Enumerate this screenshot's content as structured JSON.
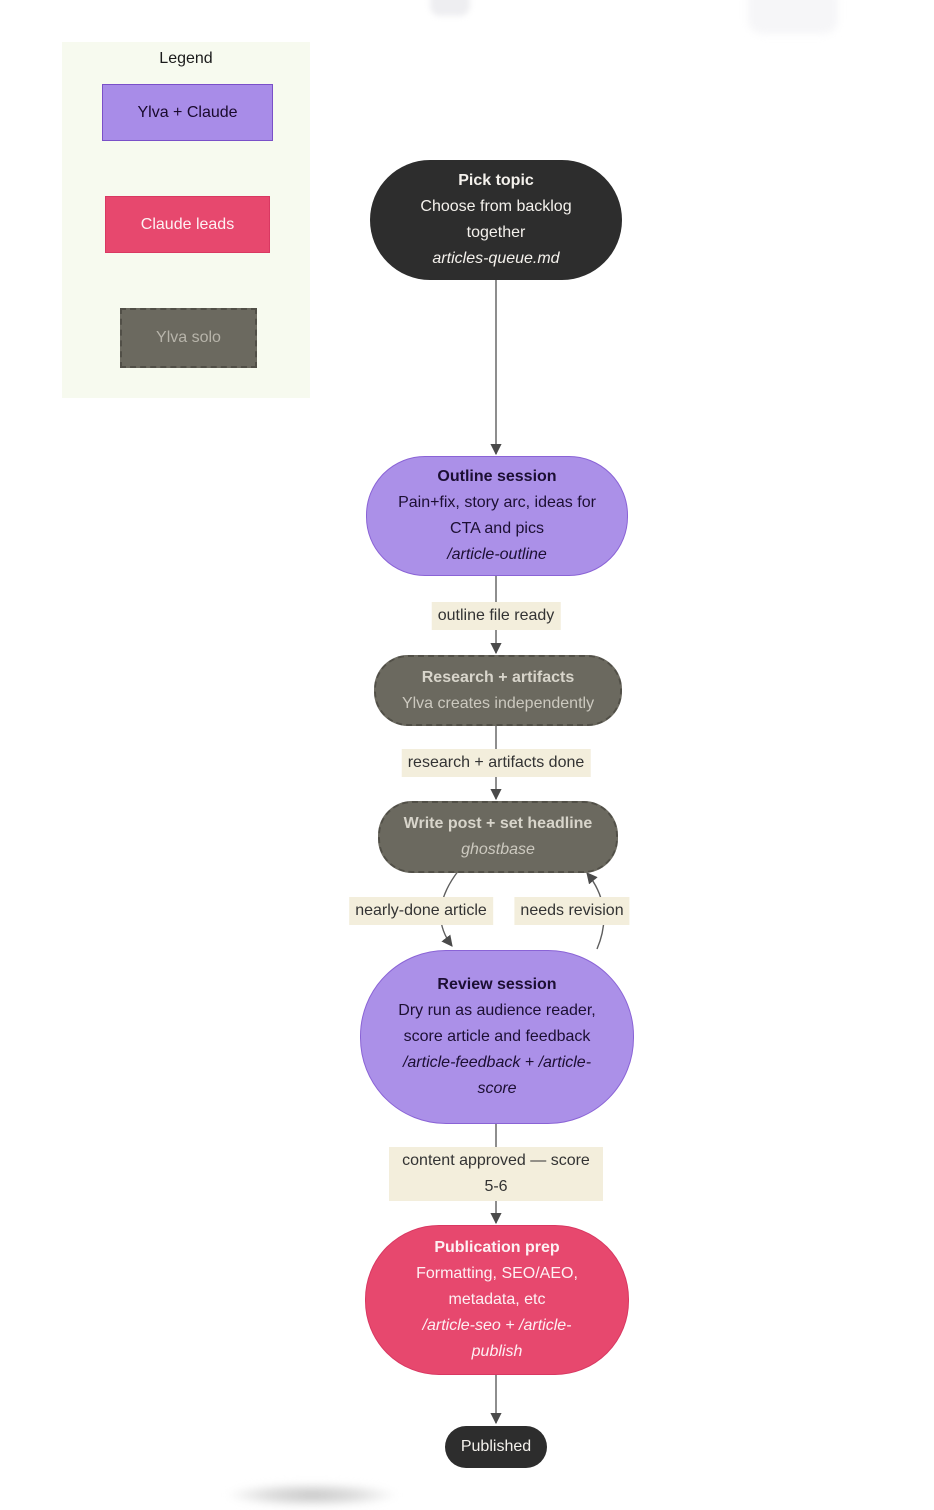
{
  "legend": {
    "title": "Legend",
    "items": [
      {
        "label": "Ylva + Claude",
        "style": "both",
        "fill": "#a88ce8",
        "border": "#7a50c8"
      },
      {
        "label": "Claude leads",
        "style": "claude",
        "fill": "#e7486e",
        "border": "#d93862"
      },
      {
        "label": "Ylva solo",
        "style": "ylva",
        "fill": "#6b695f",
        "border": "#514f47"
      }
    ]
  },
  "flow": {
    "nodes": [
      {
        "id": "pick-topic",
        "style": "dark",
        "title": "Pick topic",
        "body": "Choose from backlog together",
        "command": "articles-queue.md"
      },
      {
        "id": "outline-session",
        "style": "both",
        "title": "Outline session",
        "body": "Pain+fix, story arc, ideas for CTA and pics",
        "command": "/article-outline"
      },
      {
        "id": "research-artifacts",
        "style": "ylva",
        "title": "Research + artifacts",
        "body": "Ylva creates independently",
        "command": ""
      },
      {
        "id": "write-post",
        "style": "ylva",
        "title": "Write post + set headline",
        "body": "",
        "command": "ghostbase"
      },
      {
        "id": "review-session",
        "style": "both",
        "title": "Review session",
        "body": "Dry run as audience reader, score article and feedback",
        "command": "/article-feedback + /article-score"
      },
      {
        "id": "publication-prep",
        "style": "claude",
        "title": "Publication prep",
        "body": "Formatting, SEO/AEO, metadata, etc",
        "command": "/article-seo + /article-publish"
      },
      {
        "id": "published",
        "style": "dark",
        "title": "Published",
        "body": "",
        "command": ""
      }
    ],
    "edge_labels": [
      "outline file ready",
      "research + artifacts done",
      "nearly-done article",
      "needs revision",
      "content approved — score 5-6"
    ]
  },
  "colors": {
    "node_dark": "#2d2d2d",
    "node_purple": "#ab90e8",
    "node_purple_border": "#8a63d6",
    "node_gray": "#6b695f",
    "node_gray_border": "#514f47",
    "node_pink": "#e7486e",
    "node_pink_border": "#d93862",
    "edge_label_bg": "#f3eedc",
    "edge_line": "#5d5d5d",
    "legend_bg": "#f7faef",
    "page_bg": "#ffffff"
  }
}
